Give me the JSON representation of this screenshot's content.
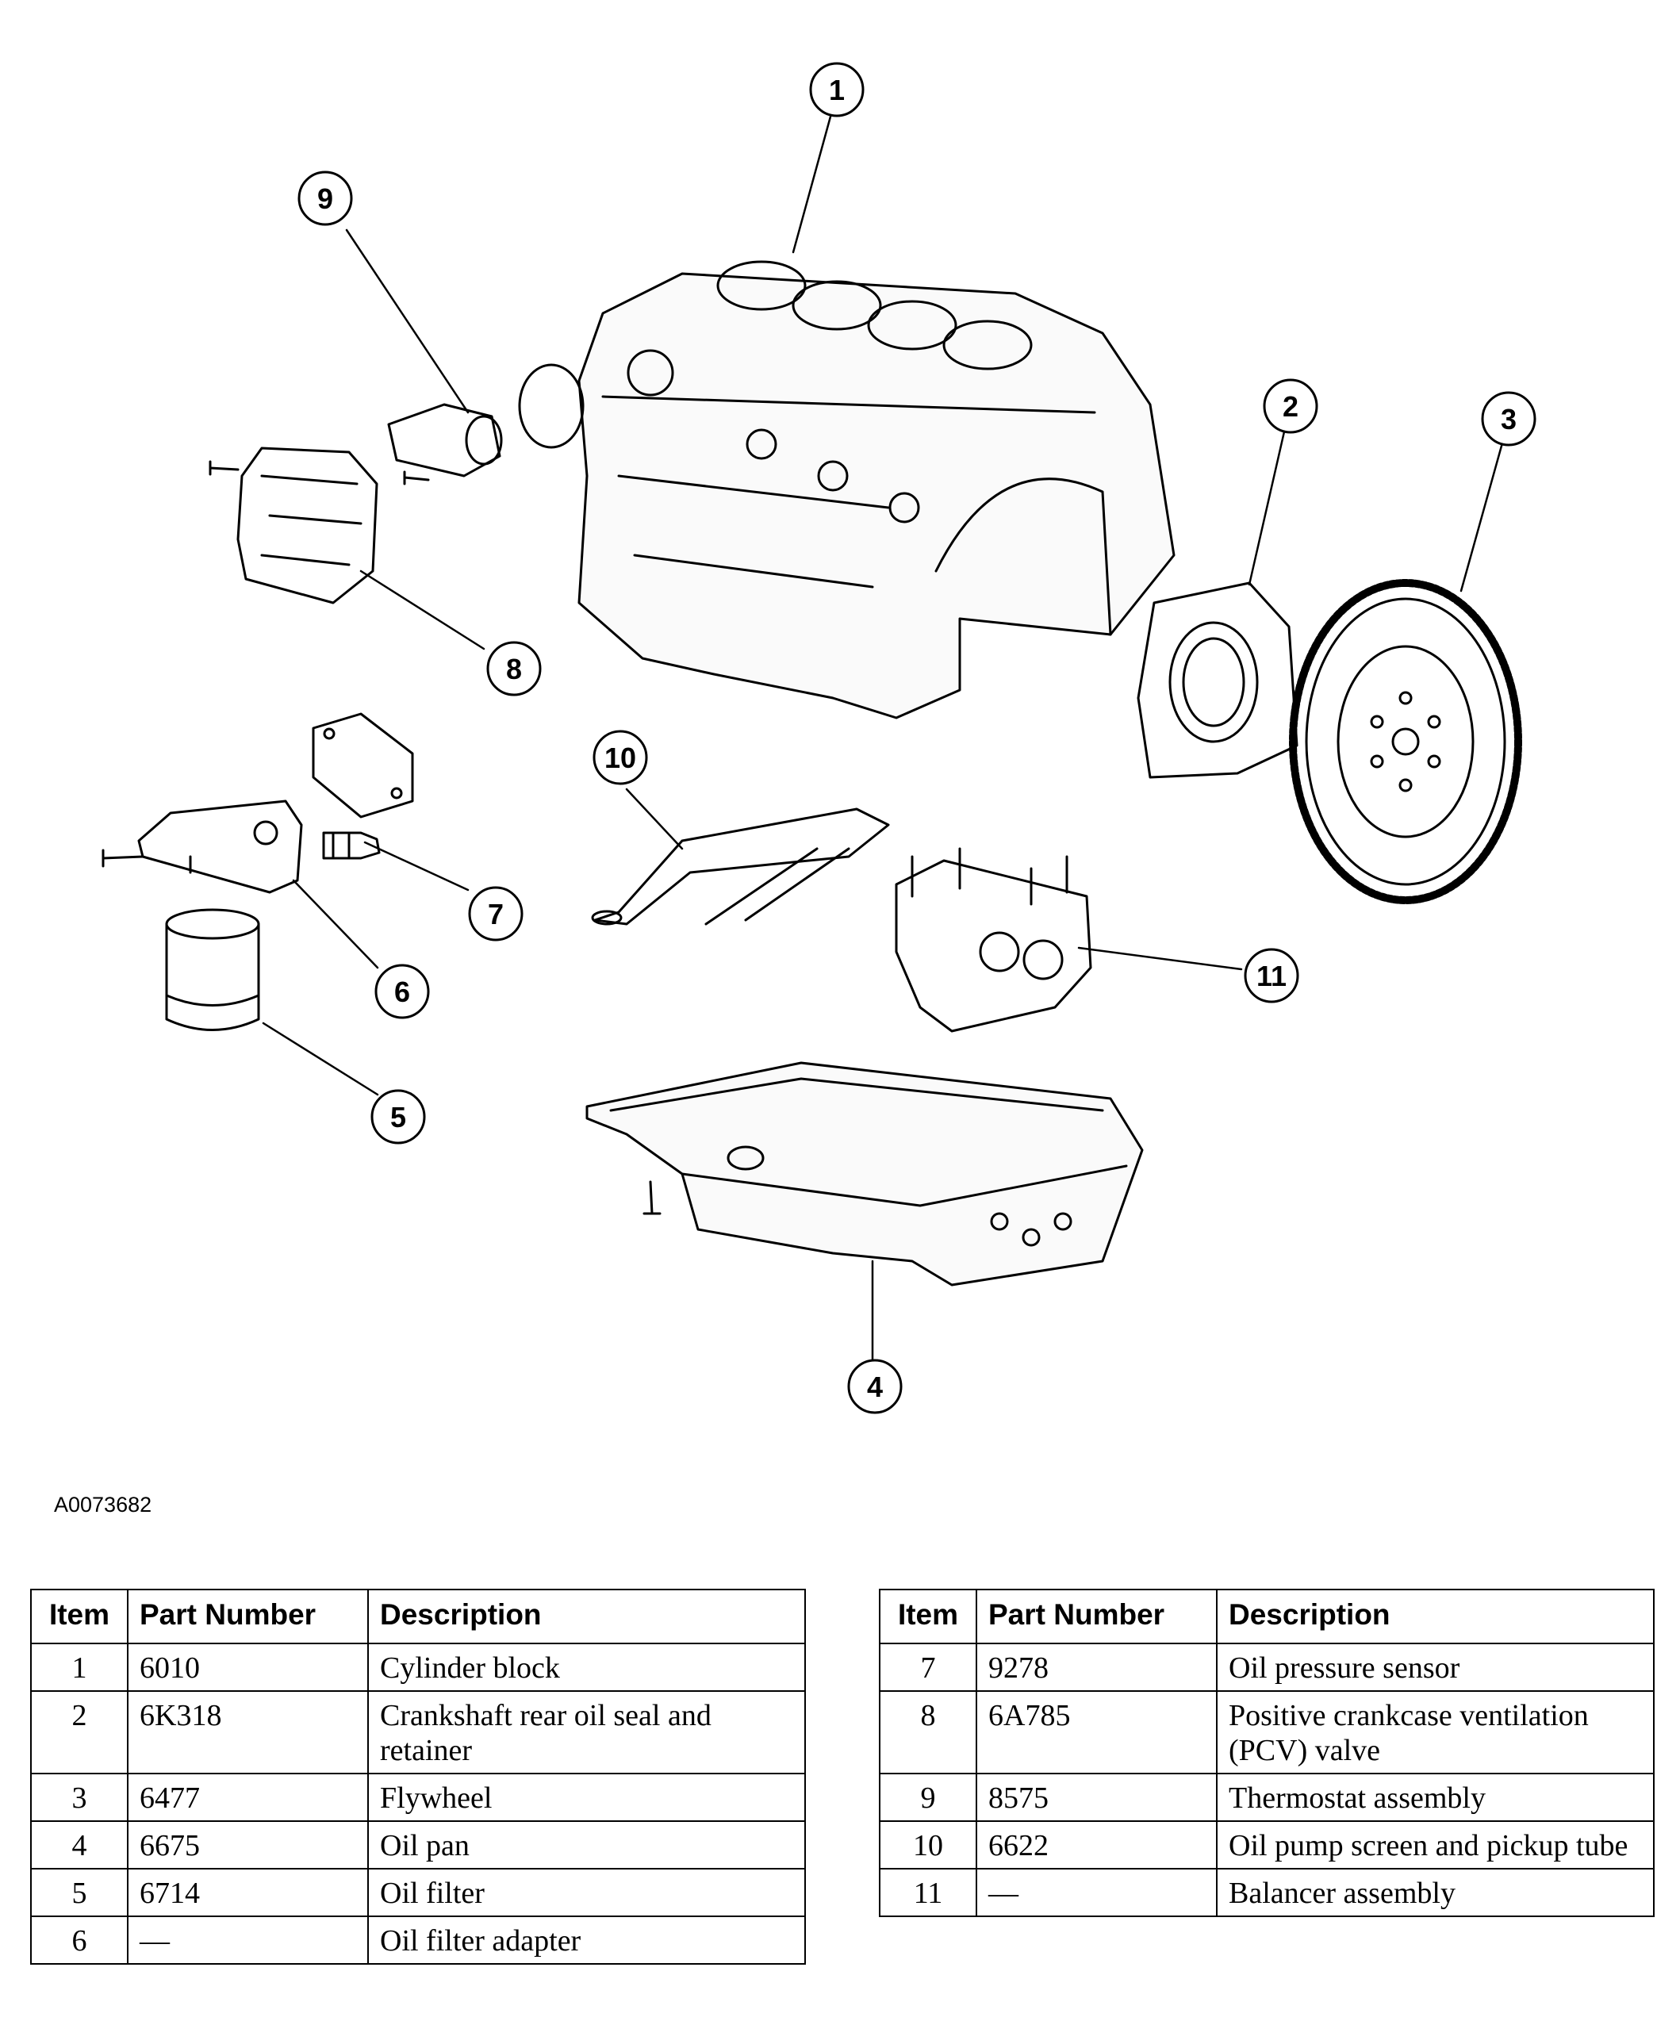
{
  "figure_code": "A0073682",
  "callouts": [
    "1",
    "2",
    "3",
    "4",
    "5",
    "6",
    "7",
    "8",
    "9",
    "10",
    "11"
  ],
  "table": {
    "headers": {
      "item": "Item",
      "part_number": "Part Number",
      "description": "Description"
    },
    "left_rows": [
      {
        "item": "1",
        "part_number": "6010",
        "description": "Cylinder block"
      },
      {
        "item": "2",
        "part_number": "6K318",
        "description": "Crankshaft rear oil seal and retainer"
      },
      {
        "item": "3",
        "part_number": "6477",
        "description": "Flywheel"
      },
      {
        "item": "4",
        "part_number": "6675",
        "description": "Oil pan"
      },
      {
        "item": "5",
        "part_number": "6714",
        "description": "Oil filter"
      },
      {
        "item": "6",
        "part_number": "—",
        "description": "Oil filter adapter"
      }
    ],
    "right_rows": [
      {
        "item": "7",
        "part_number": "9278",
        "description": "Oil pressure sensor"
      },
      {
        "item": "8",
        "part_number": "6A785",
        "description": "Positive crankcase ventilation (PCV) valve"
      },
      {
        "item": "9",
        "part_number": "8575",
        "description": "Thermostat assembly"
      },
      {
        "item": "10",
        "part_number": "6622",
        "description": "Oil pump screen and pickup tube"
      },
      {
        "item": "11",
        "part_number": "—",
        "description": "Balancer assembly"
      }
    ]
  }
}
